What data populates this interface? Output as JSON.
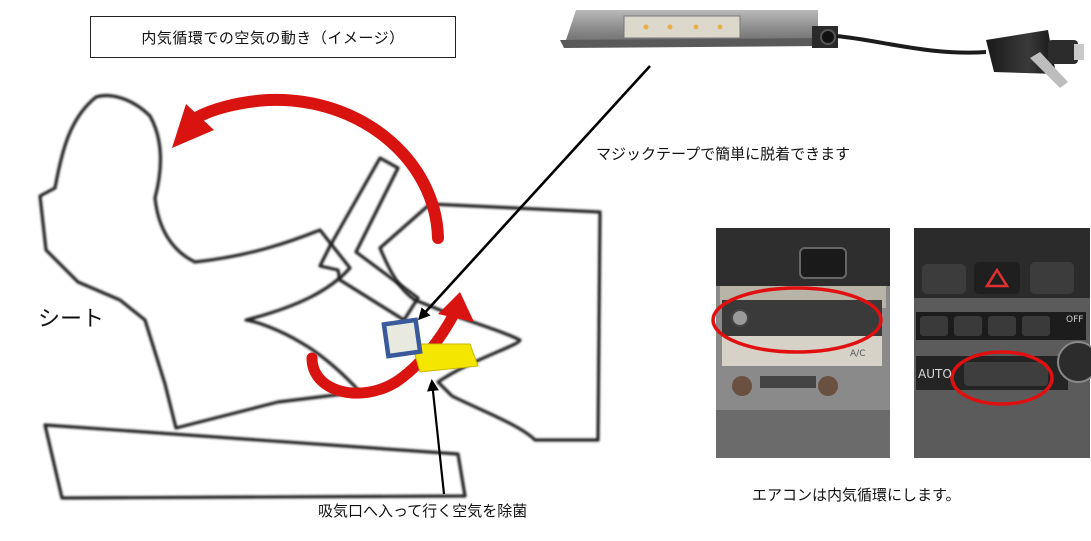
{
  "title": "内気循環での空気の動き（イメージ）",
  "labels": {
    "seat": "シート",
    "velcro": "マジックテープで簡単に脱着できます",
    "intake": "吸気口へ入って行く空気を除菌",
    "aircon": "エアコンは内気循環にします。"
  },
  "photo_texts": {
    "auto": "AUTO",
    "ac": "A/C",
    "off": "OFF"
  },
  "colors": {
    "arrow_red": "#d9130f",
    "device_blue": "#3a5a9c",
    "device_fill": "#e8eadf",
    "intake_yellow": "#f5e600",
    "highlight_red": "#e01010"
  }
}
